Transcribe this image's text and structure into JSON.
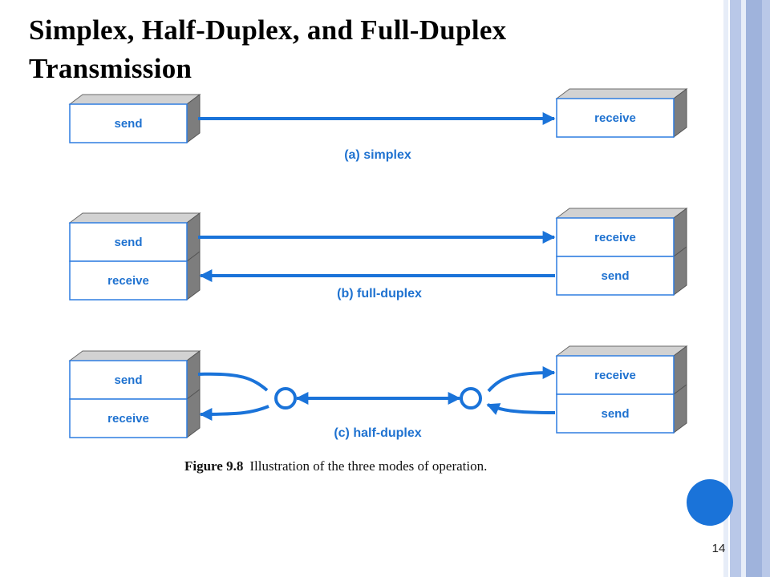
{
  "slide": {
    "title": "Simplex, Half-Duplex, and Full-Duplex Transmission",
    "page_number": "14"
  },
  "diagram": {
    "simplex": {
      "left_boxes": [
        "send"
      ],
      "right_boxes": [
        "receive"
      ],
      "caption": "(a) simplex"
    },
    "full_duplex": {
      "left_boxes": [
        "send",
        "receive"
      ],
      "right_boxes": [
        "receive",
        "send"
      ],
      "caption": "(b) full-duplex"
    },
    "half_duplex": {
      "left_boxes": [
        "send",
        "receive"
      ],
      "right_boxes": [
        "receive",
        "send"
      ],
      "caption": "(c) half-duplex"
    }
  },
  "figure": {
    "label": "Figure 9.8",
    "caption": "Illustration of the three modes of operation."
  },
  "colors": {
    "accent": "#1a73d9",
    "label_blue": "#1f72d0",
    "box_border": "#2f7de0",
    "box_side": "#7d7d7d",
    "box_top": "#d2d2d2",
    "stripe_light": "#b9c8e8",
    "stripe_mid": "#9fb3dc",
    "stripe_pale": "#e7edf8"
  }
}
